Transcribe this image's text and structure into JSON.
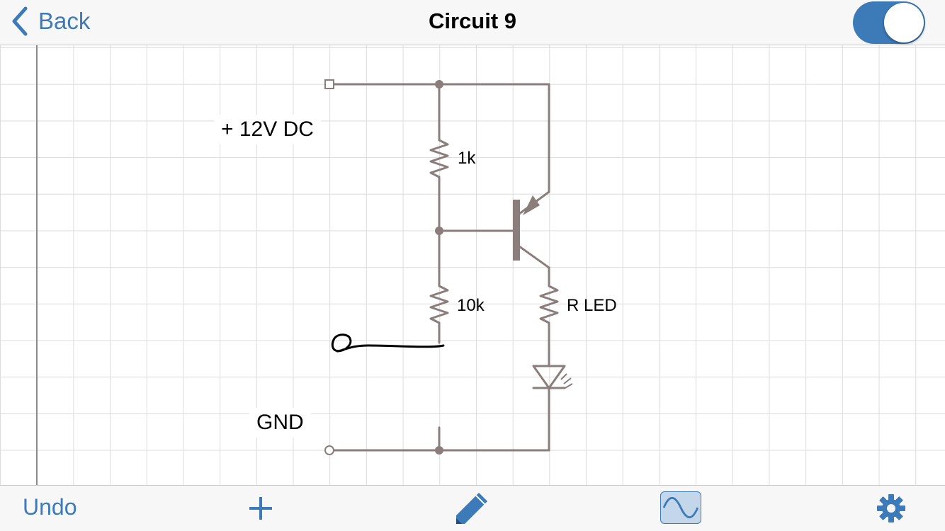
{
  "navbar": {
    "back_label": "Back",
    "title": "Circuit 9",
    "toggle_state": "on"
  },
  "canvas": {
    "labels": {
      "supply": "+ 12V DC",
      "ground": "GND",
      "r1": "1k",
      "r2": "10k",
      "r_led": "R LED"
    }
  },
  "toolbar": {
    "undo_label": "Undo",
    "icons": [
      "plus-icon",
      "pencil-icon",
      "sine-wave-icon",
      "gear-icon"
    ],
    "selected_tool": "sine-wave-icon"
  },
  "colors": {
    "accent": "#3d7ab8",
    "wire": "#8a7d7b",
    "grid": "#dcdcdc",
    "ink": "#000000"
  }
}
